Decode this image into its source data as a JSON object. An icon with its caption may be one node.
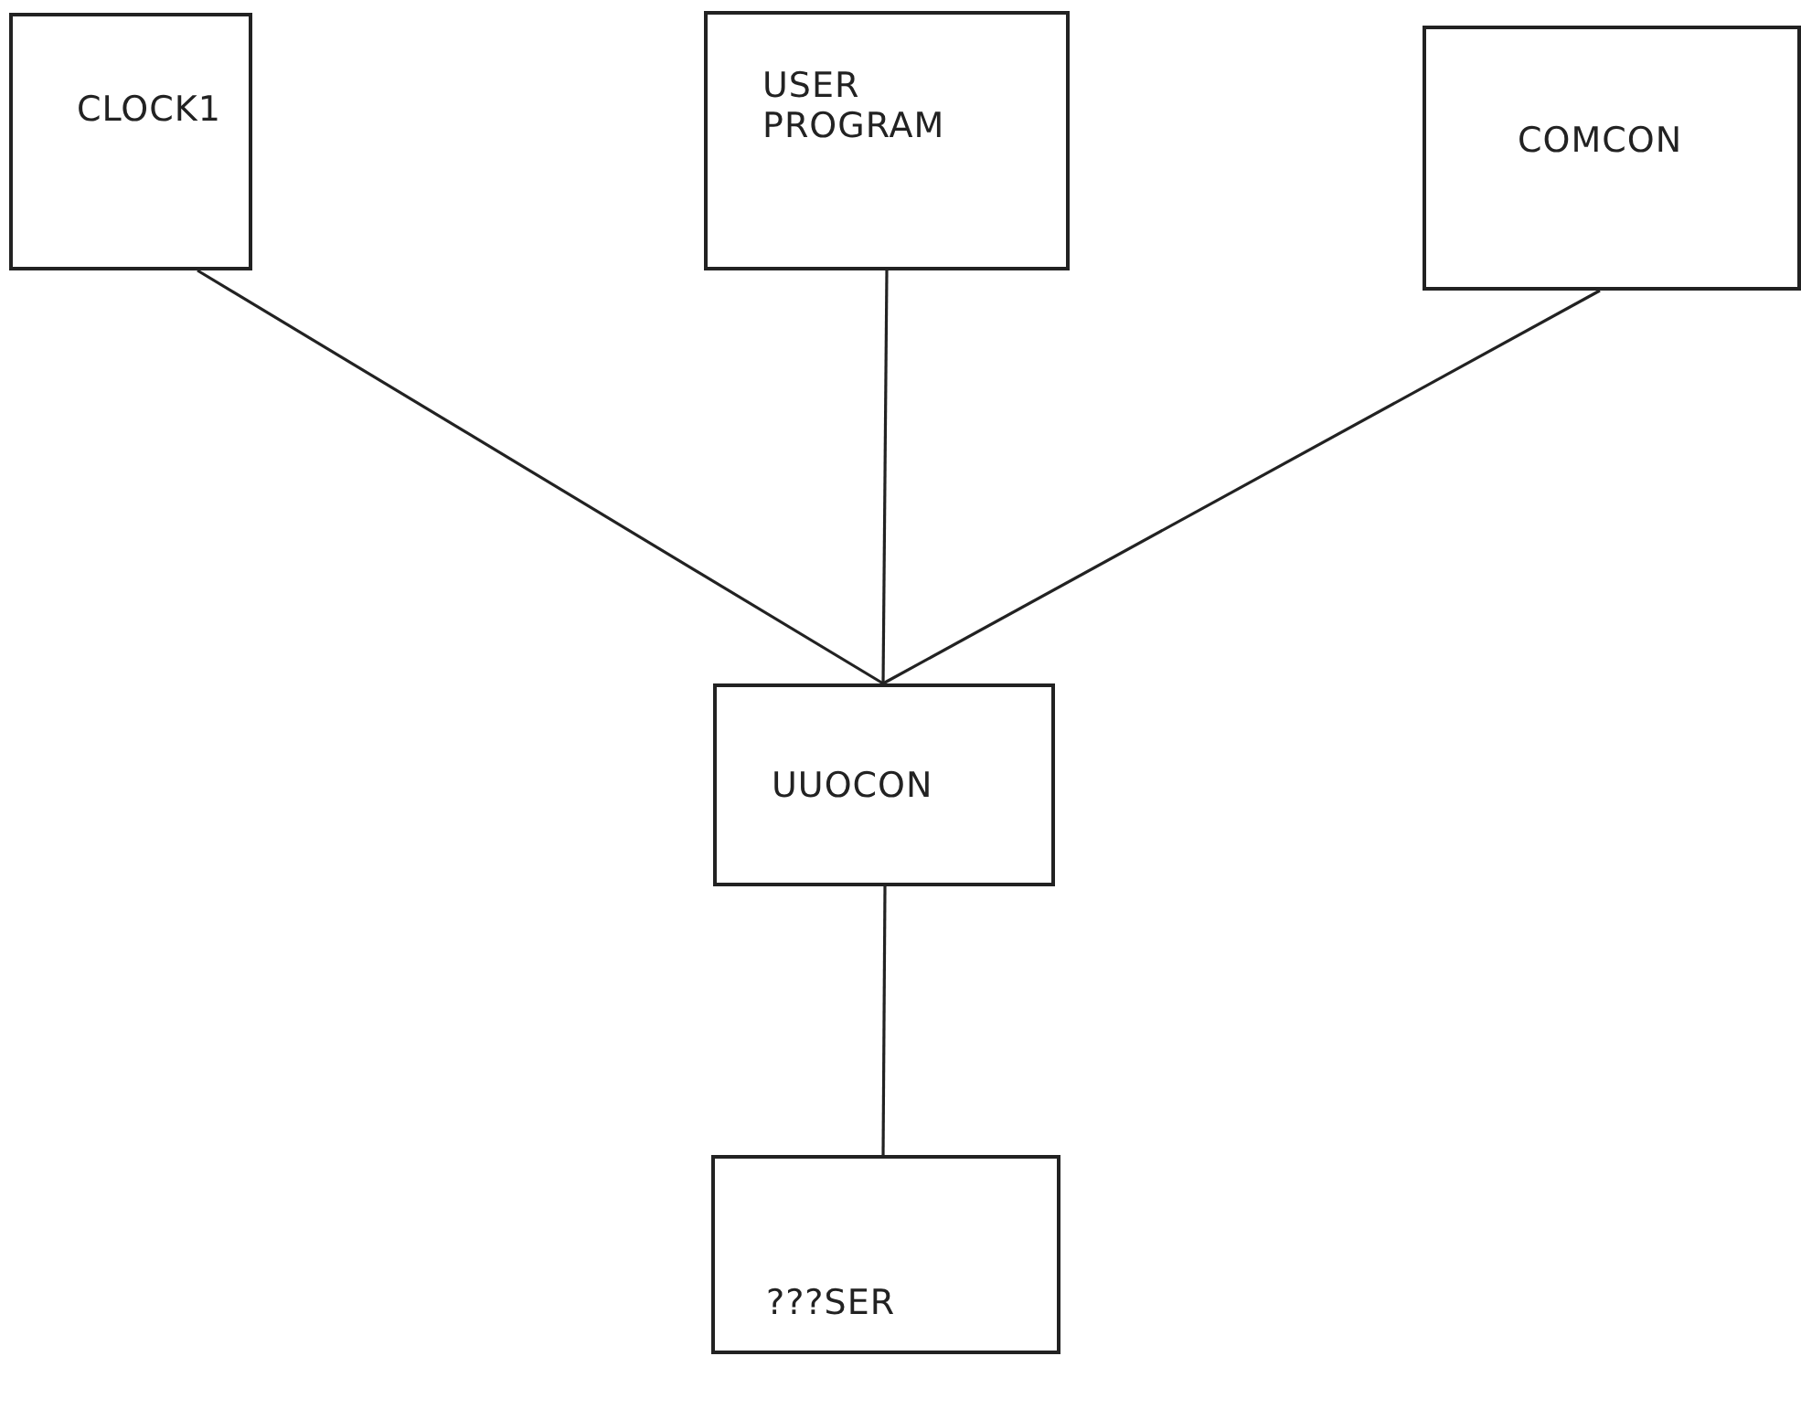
{
  "diagram": {
    "nodes": [
      {
        "text": [
          "CLOCK1"
        ]
      },
      {
        "text": [
          "USER PROGRAM"
        ]
      },
      {
        "text": [
          "COMCON"
        ]
      },
      {
        "text": [
          "UUOCON"
        ]
      },
      {
        "text": [
          "???SER"
        ]
      }
    ],
    "edges": [
      {
        "from": 0,
        "to": 3,
        "arrow": "none"
      },
      {
        "from": 1,
        "to": 3,
        "arrow": "none"
      },
      {
        "from": 2,
        "to": 3,
        "arrow": "none"
      },
      {
        "from": 3,
        "to": 4,
        "arrow": "none"
      }
    ]
  }
}
